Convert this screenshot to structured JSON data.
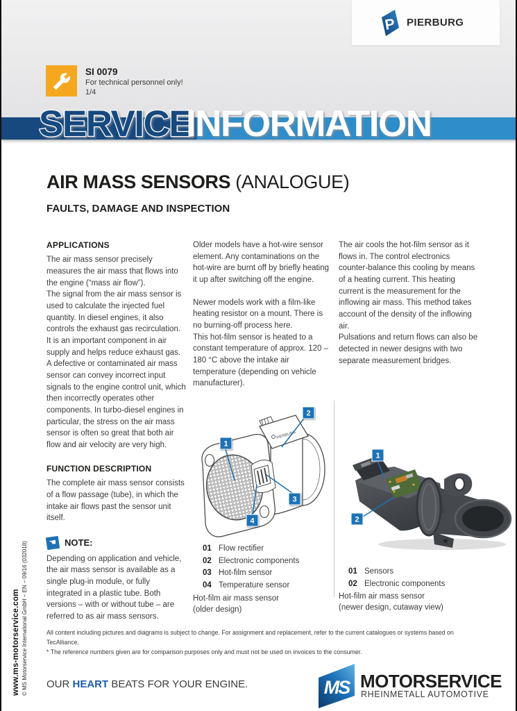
{
  "header": {
    "brand": "PIERBURG",
    "doc_id": "SI 0079",
    "audience": "For technical personnel only!",
    "page_indicator": "1/4"
  },
  "banner": {
    "word1": "SERVICE",
    "word2": "INFORMATION"
  },
  "title": {
    "main": "AIR MASS SENSORS",
    "suffix": " (ANALOGUE)",
    "subtitle": "FAULTS, DAMAGE AND INSPECTION"
  },
  "sections": {
    "applications": {
      "heading": "APPLICATIONS",
      "body": "The air mass sensor precisely measures the air mass that flows into the engine (“mass air flow”).\nThe signal from the air mass sensor is used to calculate the injected fuel quantity. In diesel engines, it also controls the exhaust gas recirculation. It is an important component in air supply and helps reduce exhaust gas. A defective or contaminated air mass sensor can convey incorrect input signals to the engine control unit, which then incorrectly operates other components. In turbo-diesel engines in particular, the stress on the air mass sensor is often so great that both air flow and air velocity are very high."
    },
    "function_description": {
      "heading": "FUNCTION DESCRIPTION",
      "body": "The complete air mass sensor consists of a flow passage (tube), in which the intake air flows past the sensor unit itself."
    },
    "note": {
      "label": "NOTE:",
      "body": "Depending on application and vehicle, the air mass sensor is available as a single plug-in module, or fully integrated in a plastic tube. Both versions – with or without tube – are referred to as air mass sensors."
    },
    "column2": {
      "para1": "Older models have a hot-wire sensor element. Any contaminations on the hot-wire are burnt off by briefly heating it up after switching off the engine.",
      "para2": "Newer models work with a film-like heating resistor on a mount. There is no burning-off process here.\nThis hot-film sensor is heated to a constant temperature of approx. 120 – 180 °C above the intake air temperature (depending on vehicle manufacturer)."
    },
    "column3": {
      "para1": "The air cools the hot-film sensor as it flows in. The control electronics counter-balance this cooling by means of a heating current. This heating current is the measurement for the inflowing air mass. This method takes account of the density of the inflowing air.\nPulsations and return flows can also be detected in newer designs with two separate measurement bridges."
    }
  },
  "figures": [
    {
      "device_label": "PIERBURG",
      "callouts": [
        "1",
        "2",
        "3",
        "4"
      ],
      "legend": [
        {
          "num": "01",
          "label": "Flow rectifier"
        },
        {
          "num": "02",
          "label": "Electronic components"
        },
        {
          "num": "03",
          "label": "Hot-film sensor"
        },
        {
          "num": "04",
          "label": "Temperature sensor"
        }
      ],
      "caption": "Hot-film air mass sensor\n(older design)"
    },
    {
      "callouts": [
        "1",
        "2"
      ],
      "legend": [
        {
          "num": "01",
          "label": "Sensors"
        },
        {
          "num": "02",
          "label": "Electronic components"
        }
      ],
      "caption": "Hot-film air mass sensor\n(newer design, cutaway view)"
    }
  ],
  "footnotes": {
    "line1": "All content including pictures and diagrams is subject to change. For assignment and replacement, refer to the current catalogues or systems based on TecAlliance.",
    "line2": "* The reference numbers given are for comparison purposes only and must not be used on invoices to the consumer."
  },
  "footer": {
    "slogan_pre": "OUR ",
    "slogan_highlight": "HEART",
    "slogan_post": " BEATS FOR YOUR ENGINE.",
    "logo_monogram": "MS",
    "logo_name": "MOTORSERVICE",
    "logo_subname": "RHEINMETALL AUTOMOTIVE"
  },
  "sidebar": {
    "website": "www.ms-motorservice.com",
    "copyright": "© MS Motorservice International GmbH – EN – 09/16 (032018)"
  },
  "note_icon_glyph": "☚",
  "colors": {
    "banner_dark_blue": "#17497e",
    "banner_light_blue": "#2f8dc9",
    "callout_blue": "#1f72b5",
    "badge_orange": "#f5a81f",
    "heart_blue": "#1c5ca8",
    "page_gray": "#e9e9ea"
  }
}
